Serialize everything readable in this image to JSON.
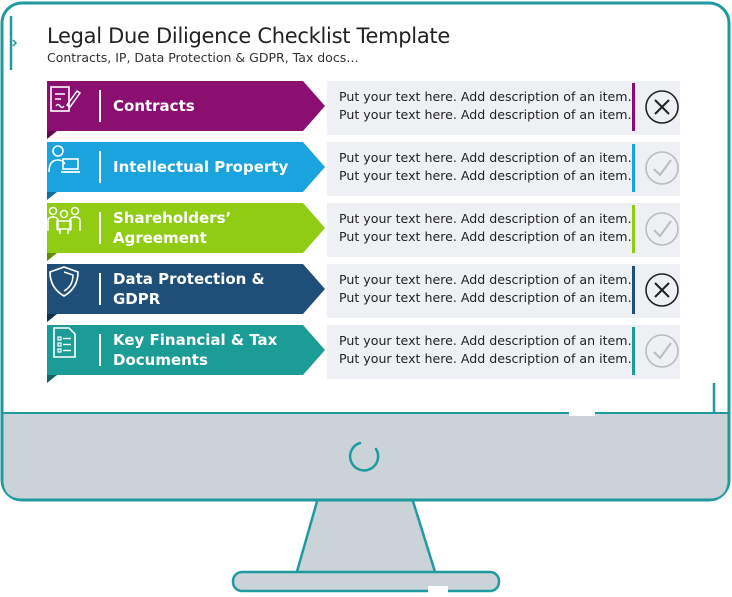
{
  "header": {
    "title": "Legal Due Diligence Checklist Template",
    "subtitle": "Contracts, IP, Data Protection & GDPR, Tax docs…"
  },
  "colors": {
    "teal_frame": "#1f9aa0",
    "monitor_gray": "#c9d3d8",
    "row_bg": "#eef0f3"
  },
  "rows": [
    {
      "label": "Contracts",
      "color": "#8b0f70",
      "dark": "#5e0a4c",
      "icon": "contract-document-icon",
      "desc_line1": "Put your text here. Add description of an item.",
      "desc_line2": "Put your text here. Add description of an item.",
      "status": "cross",
      "status_icon": "cross-circle-icon"
    },
    {
      "label": "Intellectual Property",
      "color": "#1aa3dc",
      "dark": "#0f6f99",
      "icon": "person-laptop-icon",
      "desc_line1": "Put your text here. Add description of an item.",
      "desc_line2": "Put your text here. Add description of an item.",
      "status": "check",
      "status_icon": "check-circle-icon"
    },
    {
      "label": "Shareholders’ Agreement",
      "color": "#8fcc13",
      "dark": "#5f8a0a",
      "icon": "meeting-people-icon",
      "desc_line1": "Put your text here. Add description of an item.",
      "desc_line2": "Put your text here. Add description of an item.",
      "status": "check",
      "status_icon": "check-circle-icon"
    },
    {
      "label": "Data Protection & GDPR",
      "color": "#1f4e78",
      "dark": "#12304b",
      "icon": "shield-icon",
      "desc_line1": "Put your text here. Add description of an item.",
      "desc_line2": "Put your text here. Add description of an item.",
      "status": "cross",
      "status_icon": "cross-circle-icon"
    },
    {
      "label": "Key Financial & Tax Documents",
      "color": "#1b9c97",
      "dark": "#106662",
      "icon": "checklist-document-icon",
      "desc_line1": "Put your text here. Add description of an item.",
      "desc_line2": "Put your text here. Add description of an item.",
      "status": "check",
      "status_icon": "check-circle-icon"
    }
  ]
}
